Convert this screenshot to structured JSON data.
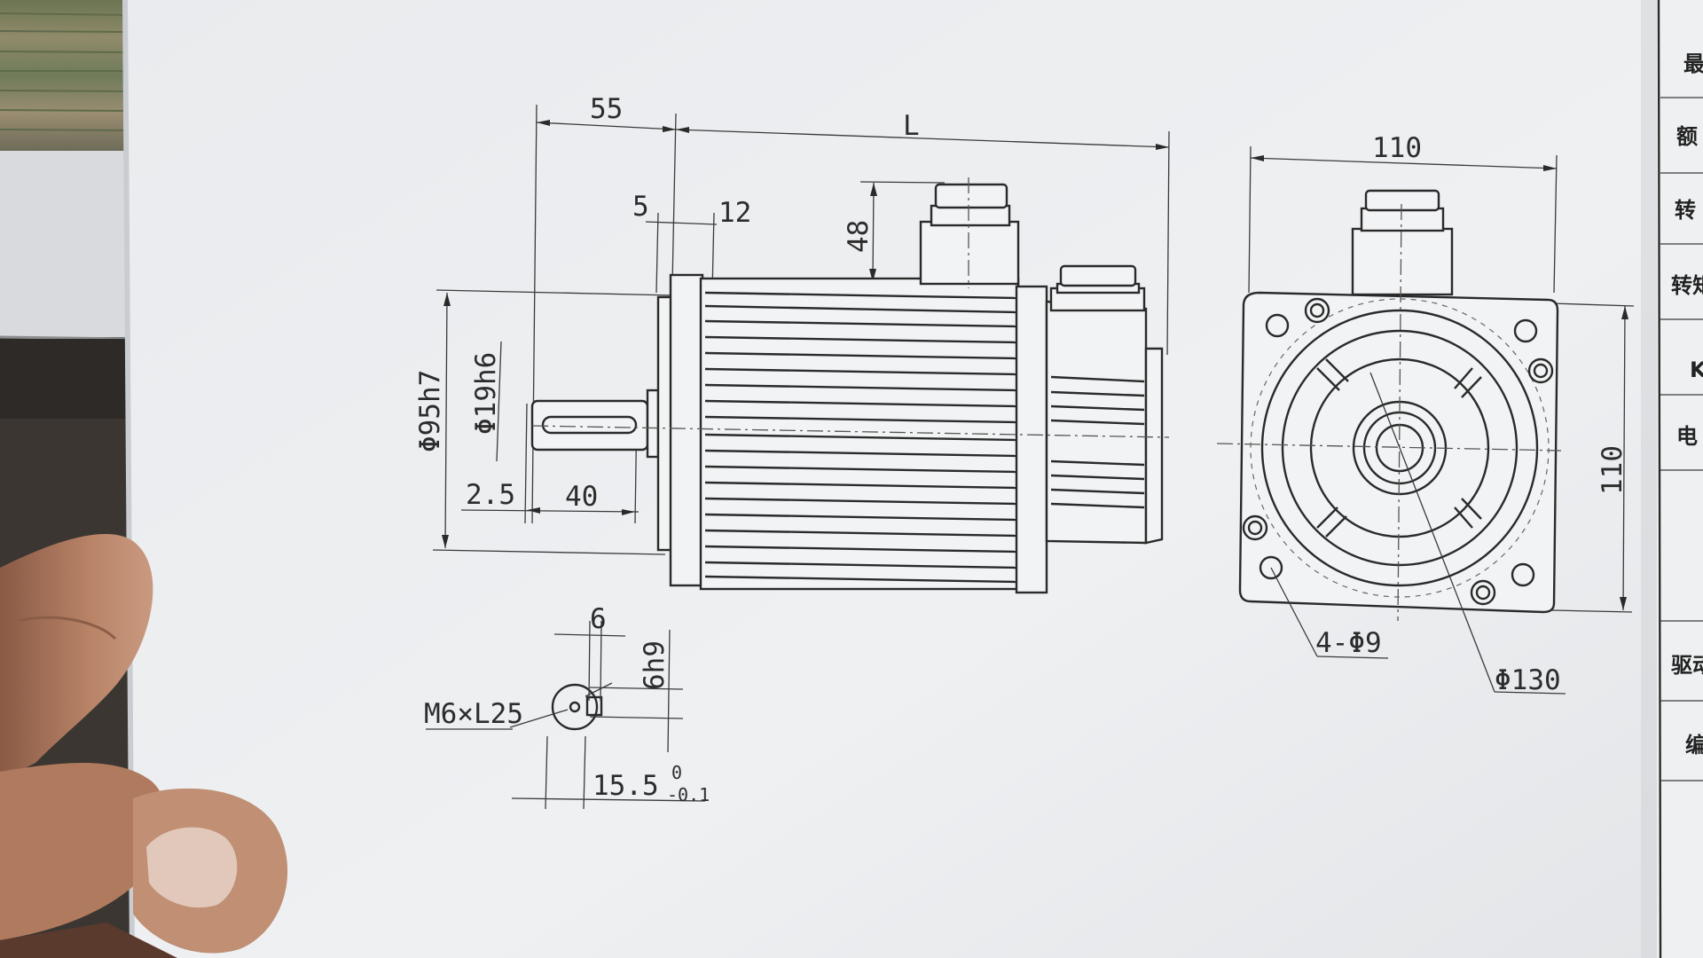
{
  "drawing": {
    "dimensions": {
      "shaft_extension": "55",
      "overall_length": "L",
      "flange_thickness": "5",
      "pilot_offset": "12",
      "connector_height": "48",
      "pilot_diameter": "Φ95h7",
      "shaft_diameter": "Φ19h6",
      "shoulder": "2.5",
      "key_length": "40",
      "flange_width": "110",
      "flange_height": "110",
      "mounting_holes": "4-Φ9",
      "bolt_circle": "Φ130",
      "key_width": "6",
      "key_tolerance": "6h9",
      "center_thread": "M6×L25",
      "key_depth_value": "15.5",
      "key_depth_upper": "0",
      "key_depth_lower": "-0.1"
    }
  },
  "side_table": {
    "labels": [
      "最",
      "额",
      "转",
      "转矩",
      "K",
      "电",
      "驱动",
      "编"
    ]
  },
  "colors": {
    "paper": "#eceef0",
    "ink": "#2a2a2a",
    "background": "#3b3632",
    "skin": "#b37e63"
  }
}
